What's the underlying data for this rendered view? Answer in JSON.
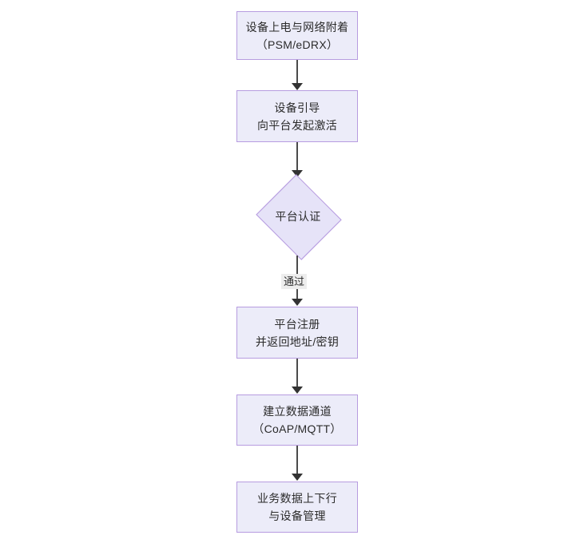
{
  "diagram": {
    "type": "flowchart",
    "orientation": "top-to-bottom",
    "theme": {
      "node_fill": "#ececf9",
      "node_border": "#b79ce0",
      "decision_fill": "#e6e3f8",
      "text_color": "#2b2b2b",
      "connector_color": "#4a4a4a",
      "edge_label_background": "#ededed",
      "canvas_background": "#ffffff"
    },
    "nodes": [
      {
        "id": "n1",
        "shape": "rectangle",
        "line1": "设备上电与网络附着",
        "line2": "（PSM/eDRX）"
      },
      {
        "id": "n2",
        "shape": "rectangle",
        "line1": "设备引导",
        "line2": "向平台发起激活"
      },
      {
        "id": "n3",
        "shape": "diamond",
        "line1": "平台认证",
        "line2": ""
      },
      {
        "id": "n4",
        "shape": "rectangle",
        "line1": "平台注册",
        "line2": "并返回地址/密钥"
      },
      {
        "id": "n5",
        "shape": "rectangle",
        "line1": "建立数据通道",
        "line2": "（CoAP/MQTT）"
      },
      {
        "id": "n6",
        "shape": "rectangle",
        "line1": "业务数据上下行",
        "line2": "与设备管理"
      }
    ],
    "edges": [
      {
        "from": "n1",
        "to": "n2",
        "label": ""
      },
      {
        "from": "n2",
        "to": "n3",
        "label": ""
      },
      {
        "from": "n3",
        "to": "n4",
        "label": "通过"
      },
      {
        "from": "n4",
        "to": "n5",
        "label": ""
      },
      {
        "from": "n5",
        "to": "n6",
        "label": ""
      }
    ]
  }
}
